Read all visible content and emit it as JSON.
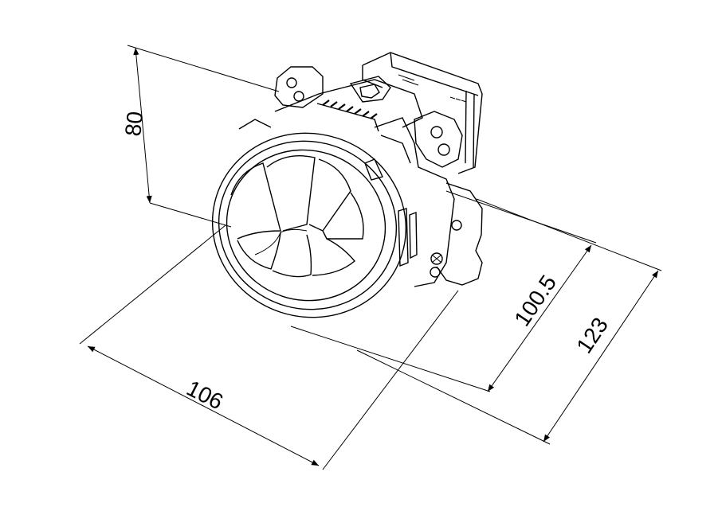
{
  "dimensions": {
    "height": "80",
    "width": "106",
    "depth_inner": "100.5",
    "depth_overall": "123"
  },
  "colors": {
    "line": "#000000",
    "background": "#ffffff"
  }
}
